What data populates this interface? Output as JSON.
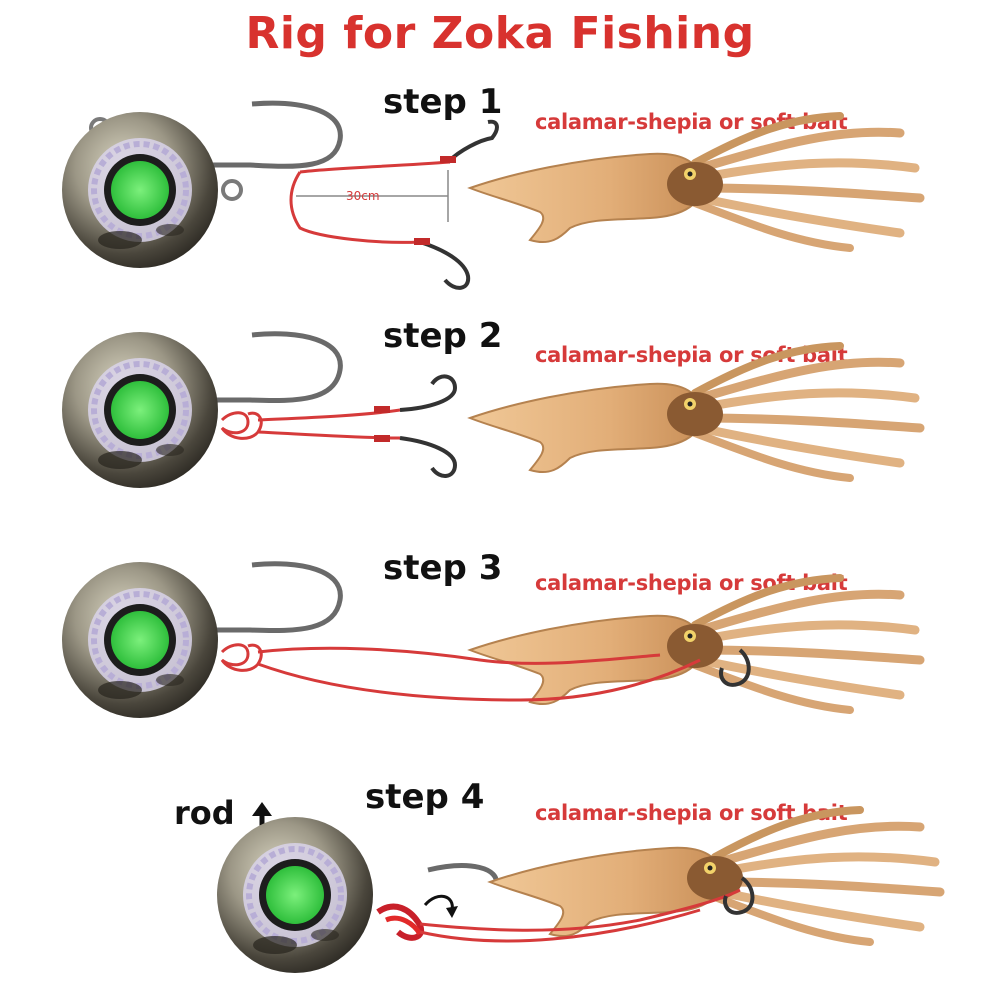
{
  "title": "Rig for Zoka Fishing",
  "colors": {
    "title": "#d8322e",
    "line": "#d63a3a",
    "lure_glow": "#3fd34a",
    "squid_body": "#e4b27e",
    "squid_head": "#8a5a32"
  },
  "steps": [
    {
      "label": "step 1",
      "bait": "calamar-shepia or soft bait",
      "measure": "30cm"
    },
    {
      "label": "step 2",
      "bait": "calamar-shepia or soft bait"
    },
    {
      "label": "step 3",
      "bait": "calamar-shepia or soft bait"
    },
    {
      "label": "step 4",
      "bait": "calamar-shepia or soft bait",
      "rod": "rod"
    }
  ],
  "icons": [
    "jig-head-icon",
    "hook-icon",
    "squid-icon",
    "rod-arrow-icon",
    "rotate-arrow-icon"
  ]
}
